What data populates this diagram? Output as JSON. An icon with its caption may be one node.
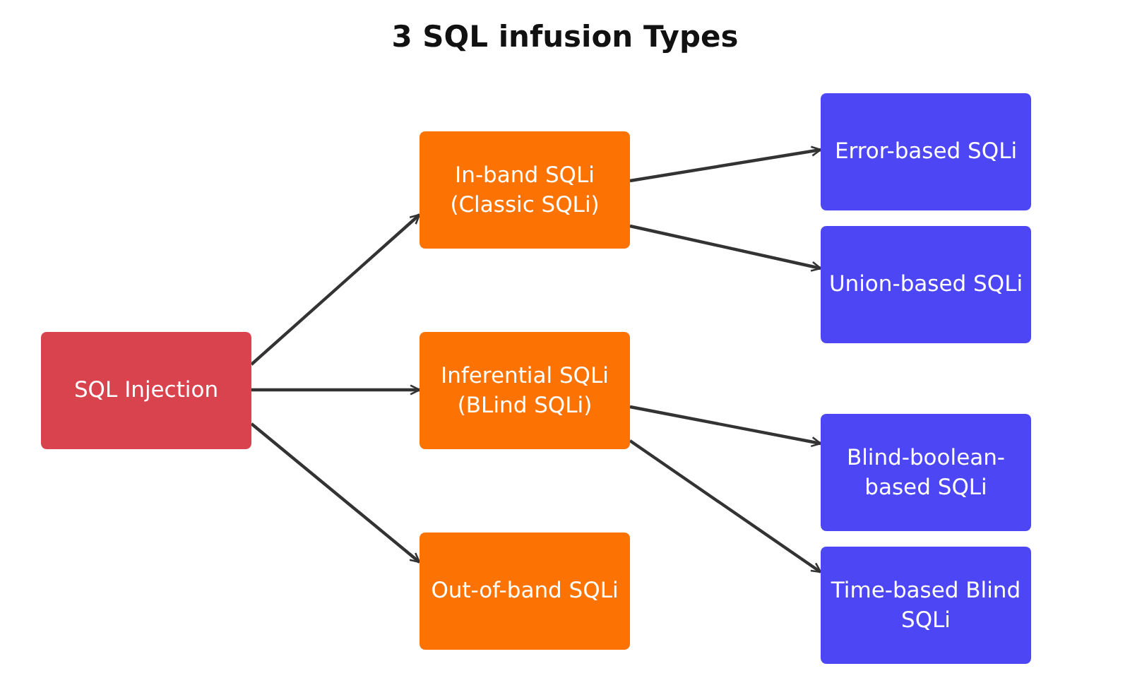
{
  "diagram": {
    "title": "3 SQL infusion Types",
    "nodes": [
      {
        "text": [
          "SQL Injection"
        ]
      },
      {
        "text": [
          "In-band SQLi (Classic SQLi)"
        ]
      },
      {
        "text": [
          "Inferential SQLi (BLind SQLi)"
        ]
      },
      {
        "text": [
          "Out-of-band SQLi"
        ]
      },
      {
        "text": [
          "Error-based SQLi"
        ]
      },
      {
        "text": [
          "Union-based SQLi"
        ]
      },
      {
        "text": [
          "Blind-boolean-based SQLi"
        ]
      },
      {
        "text": [
          "Time-based Blind SQLi"
        ]
      }
    ],
    "edges": [
      {
        "from": 0,
        "to": 1,
        "arrow": "to"
      },
      {
        "from": 0,
        "to": 2,
        "arrow": "to"
      },
      {
        "from": 0,
        "to": 3,
        "arrow": "to"
      },
      {
        "from": 1,
        "to": 4,
        "arrow": "to"
      },
      {
        "from": 1,
        "to": 5,
        "arrow": "to"
      },
      {
        "from": 2,
        "to": 6,
        "arrow": "to"
      },
      {
        "from": 2,
        "to": 7,
        "arrow": "to"
      }
    ]
  }
}
